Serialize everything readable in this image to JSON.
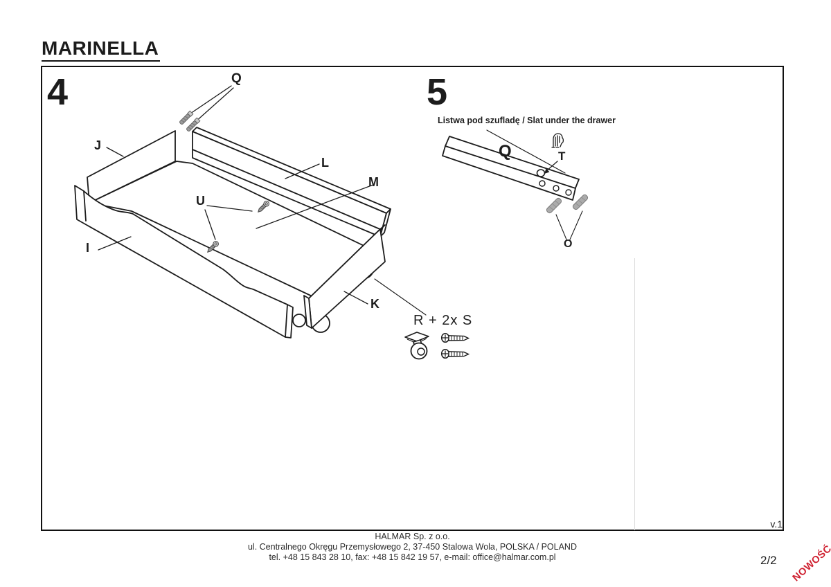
{
  "title": "MARINELLA",
  "steps": {
    "s4": {
      "number": "4",
      "labels": {
        "q": "Q",
        "j": "J",
        "l": "L",
        "m": "M",
        "u": "U",
        "i": "I",
        "k": "K"
      },
      "hardware": "R + 2x S"
    },
    "s5": {
      "number": "5",
      "caption": "Listwa pod szufladę / Slat under the drawer",
      "labels": {
        "q": "Q",
        "t": "T",
        "o": "O"
      }
    }
  },
  "footer": {
    "company": "HALMAR Sp. z o.o.",
    "address": "ul. Centralnego Okręgu Przemysłowego 2, 37-450 Stalowa Wola, POLSKA / POLAND",
    "contact": "tel. +48 15 843 28 10, fax: +48 15 842 19 57, e-mail: office@halmar.com.pl"
  },
  "meta": {
    "version": "v.1",
    "page": "2/2",
    "badge": "NOWOŚĆ"
  },
  "colors": {
    "line": "#1c1c1c",
    "screw": "#9b9b9b",
    "screw_head": "#c9c9c9",
    "dowel": "#ababab",
    "badge_red": "#cf2030",
    "faint_line": "#dcdcdc"
  }
}
